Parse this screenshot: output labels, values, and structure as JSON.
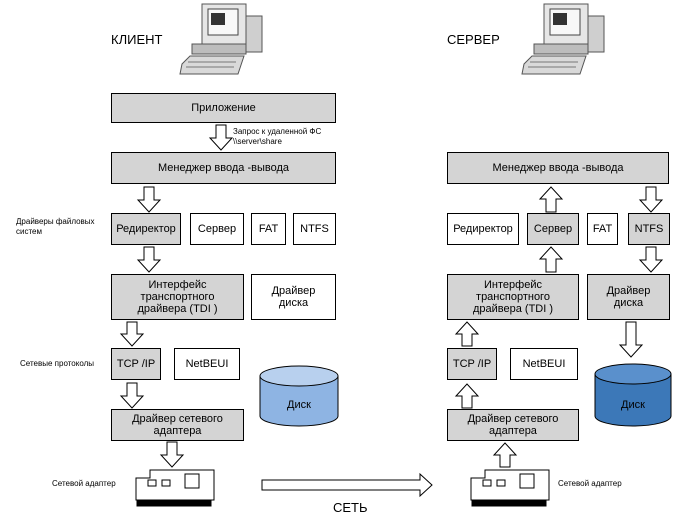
{
  "client": {
    "title": "КЛИЕНТ",
    "application": "Приложение",
    "request_label_line1": "Запрос к удаленной ФС",
    "request_label_line2": "\\\\server\\share",
    "io_manager": "Менеджер ввода -вывода",
    "redirector": "Редиректор",
    "server": "Сервер",
    "fat": "FAT",
    "ntfs": "NTFS",
    "tdi_line1": "Интерфейс",
    "tdi_line2": "транспортного",
    "tdi_line3": "драйвера (TDI )",
    "disk_driver_line1": "Драйвер",
    "disk_driver_line2": "диска",
    "tcpip": "TCP /IP",
    "netbeui": "NetBEUI",
    "disk": "Диск",
    "nic_driver_line1": "Драйвер сетевого",
    "nic_driver_line2": "адаптера"
  },
  "server": {
    "title": "СЕРВЕР",
    "io_manager": "Менеджер ввода -вывода",
    "redirector": "Редиректор",
    "server": "Сервер",
    "fat": "FAT",
    "ntfs": "NTFS",
    "tdi_line1": "Интерфейс",
    "tdi_line2": "транспортного",
    "tdi_line3": "драйвера (TDI )",
    "disk_driver_line1": "Драйвер",
    "disk_driver_line2": "диска",
    "tcpip": "TCP /IP",
    "netbeui": "NetBEUI",
    "disk": "Диск",
    "nic_driver_line1": "Драйвер сетевого",
    "nic_driver_line2": "адаптера"
  },
  "side_labels": {
    "fs_drivers_line1": "Драйверы файловых",
    "fs_drivers_line2": "систем",
    "net_protocols": "Сетевые протоколы",
    "net_adapter_left": "Сетевой адаптер",
    "net_adapter_right": "Сетевой адаптер"
  },
  "network_label": "СЕТЬ",
  "colors": {
    "gray_box": "#d4d4d4",
    "client_disk": "#8eb4e3",
    "server_disk": "#3c78b8"
  }
}
